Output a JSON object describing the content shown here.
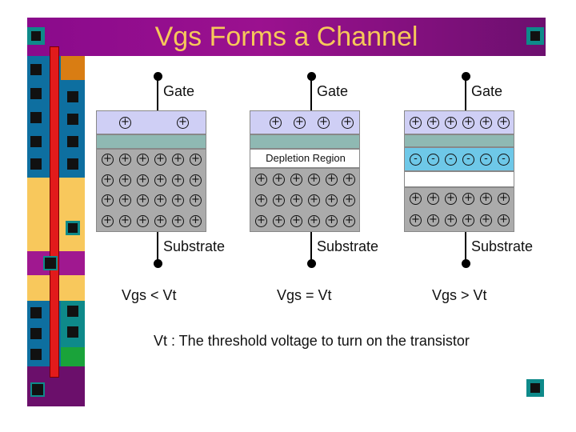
{
  "slide": {
    "title": "Vgs Forms a Channel",
    "footnote": "Vt : The threshold voltage to turn on the transistor"
  },
  "colors": {
    "banner": "#8a0a8c",
    "title_text": "#f6c85a",
    "gate_plate": "#cfcff5",
    "oxide": "#8fb9b3",
    "substrate": "#ababab",
    "channel": "#6ec8e8",
    "depletion": "#ffffff"
  },
  "diagrams": [
    {
      "gate_label": "Gate",
      "substrate_label": "Substrate",
      "condition": "Vgs < Vt",
      "gate_charges": "+ +",
      "region_label": "",
      "substrate_charge_rows": [
        "+ + + + + +",
        "+ + + + + +",
        "+ + + + + +",
        "+ + + + + +"
      ]
    },
    {
      "gate_label": "Gate",
      "substrate_label": "Substrate",
      "condition": "Vgs = Vt",
      "gate_charges": "+ + + +",
      "region_label": "Depletion Region",
      "substrate_charge_rows": [
        "+ + + + + +",
        "+ + + + + +",
        "+ + + + + +"
      ]
    },
    {
      "gate_label": "Gate",
      "substrate_label": "Substrate",
      "condition": "Vgs > Vt",
      "gate_charges": "+ + + + + +",
      "channel_charges": "- - - - - -",
      "region_label": "",
      "substrate_charge_rows": [
        "+ + + + + +",
        "+ + + + + +"
      ]
    }
  ]
}
